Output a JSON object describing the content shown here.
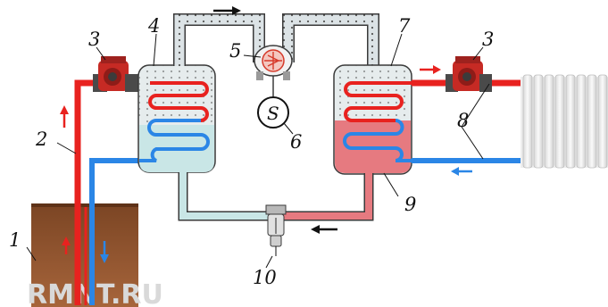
{
  "labels": {
    "ground": "1",
    "ground_pipe": "2",
    "pump": "3",
    "evaporator": "4",
    "compressor": "5",
    "compressor_symbol": "S",
    "motor": "6",
    "condenser": "7",
    "heating_pipe": "8",
    "refrigerant_liquid": "9",
    "expansion_valve": "10"
  },
  "watermark": "RMNT.RU",
  "colors": {
    "hot": "#e8221f",
    "cold": "#2b86e6",
    "warm_liquid": "#e67a80",
    "cool_liquid": "#c9e6e6",
    "vessel": "#e6eced",
    "gas_pipe": "#dce3e6",
    "ground": "#9a5a34",
    "outline": "#3a3a3a",
    "radiator": "#eeeeee"
  },
  "icons": [
    "flow-arrow-icon",
    "pump-icon",
    "compressor-icon",
    "motor-icon",
    "valve-icon",
    "radiator-icon"
  ]
}
